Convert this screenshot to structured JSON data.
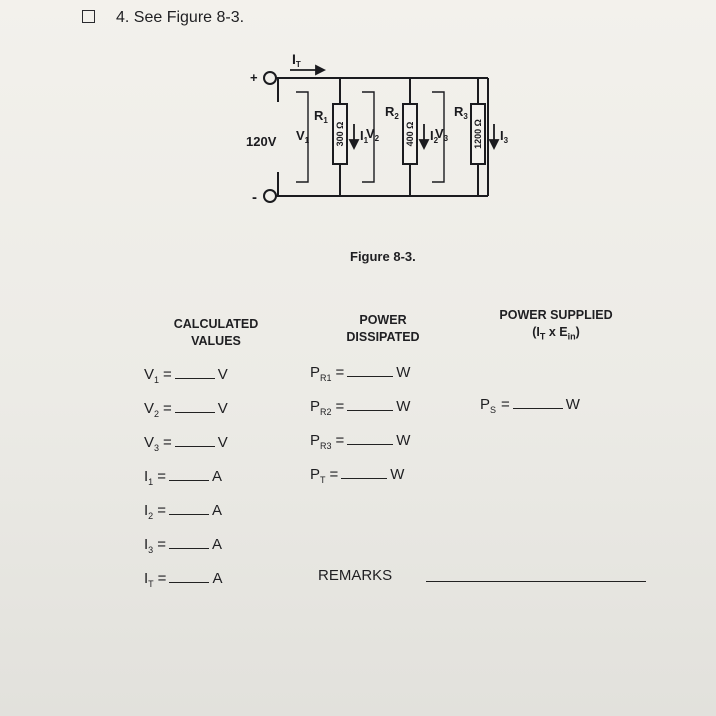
{
  "question": {
    "checkbox": "unchecked",
    "title": "4. See Figure 8-3."
  },
  "figure": {
    "caption": "Figure 8-3.",
    "source_voltage": "120V",
    "plus_sign": "+",
    "minus_sign": "-",
    "total_current_label": "I",
    "total_current_sub": "T",
    "resistors": [
      {
        "name": "R",
        "sub": "1",
        "value": "300 Ω",
        "voltage": "V",
        "voltage_sub": "1",
        "current": "I",
        "current_sub": "1"
      },
      {
        "name": "R",
        "sub": "2",
        "value": "400 Ω",
        "voltage": "V",
        "voltage_sub": "2",
        "current": "I",
        "current_sub": "2"
      },
      {
        "name": "R",
        "sub": "3",
        "value": "1200 Ω",
        "voltage": "V",
        "voltage_sub": "3",
        "current": "I",
        "current_sub": "3"
      }
    ]
  },
  "columns": {
    "calculated": {
      "line1": "CALCULATED",
      "line2": "VALUES"
    },
    "power_dissipated": {
      "line1": "POWER",
      "line2": "DISSIPATED"
    },
    "power_supplied": {
      "line1": "POWER SUPPLIED",
      "line2": "(I",
      "line2_sub": "T",
      "line2_mid": " x E",
      "line2_sub2": "in",
      "line2_end": ")"
    }
  },
  "calculated_rows": [
    {
      "var": "V",
      "sub": "1",
      "eq": "=",
      "unit": "V"
    },
    {
      "var": "V",
      "sub": "2",
      "eq": "=",
      "unit": "V"
    },
    {
      "var": "V",
      "sub": "3",
      "eq": "=",
      "unit": "V"
    },
    {
      "var": "I",
      "sub": "1",
      "eq": "=",
      "unit": "A"
    },
    {
      "var": "I",
      "sub": "2",
      "eq": "=",
      "unit": "A"
    },
    {
      "var": "I",
      "sub": "3",
      "eq": "=",
      "unit": "A"
    },
    {
      "var": "I",
      "sub": "T",
      "eq": "=",
      "unit": "A"
    }
  ],
  "power_rows": [
    {
      "var": "P",
      "sub": "R1",
      "eq": "=",
      "unit": "W"
    },
    {
      "var": "P",
      "sub": "R2",
      "eq": "=",
      "unit": "W"
    },
    {
      "var": "P",
      "sub": "R3",
      "eq": "=",
      "unit": "W"
    },
    {
      "var": "P",
      "sub": "T",
      "eq": "=",
      "unit": "W"
    }
  ],
  "supplied_row": {
    "var": "P",
    "sub": "S",
    "eq": "=",
    "unit": "W"
  },
  "remarks": {
    "label": "REMARKS"
  }
}
